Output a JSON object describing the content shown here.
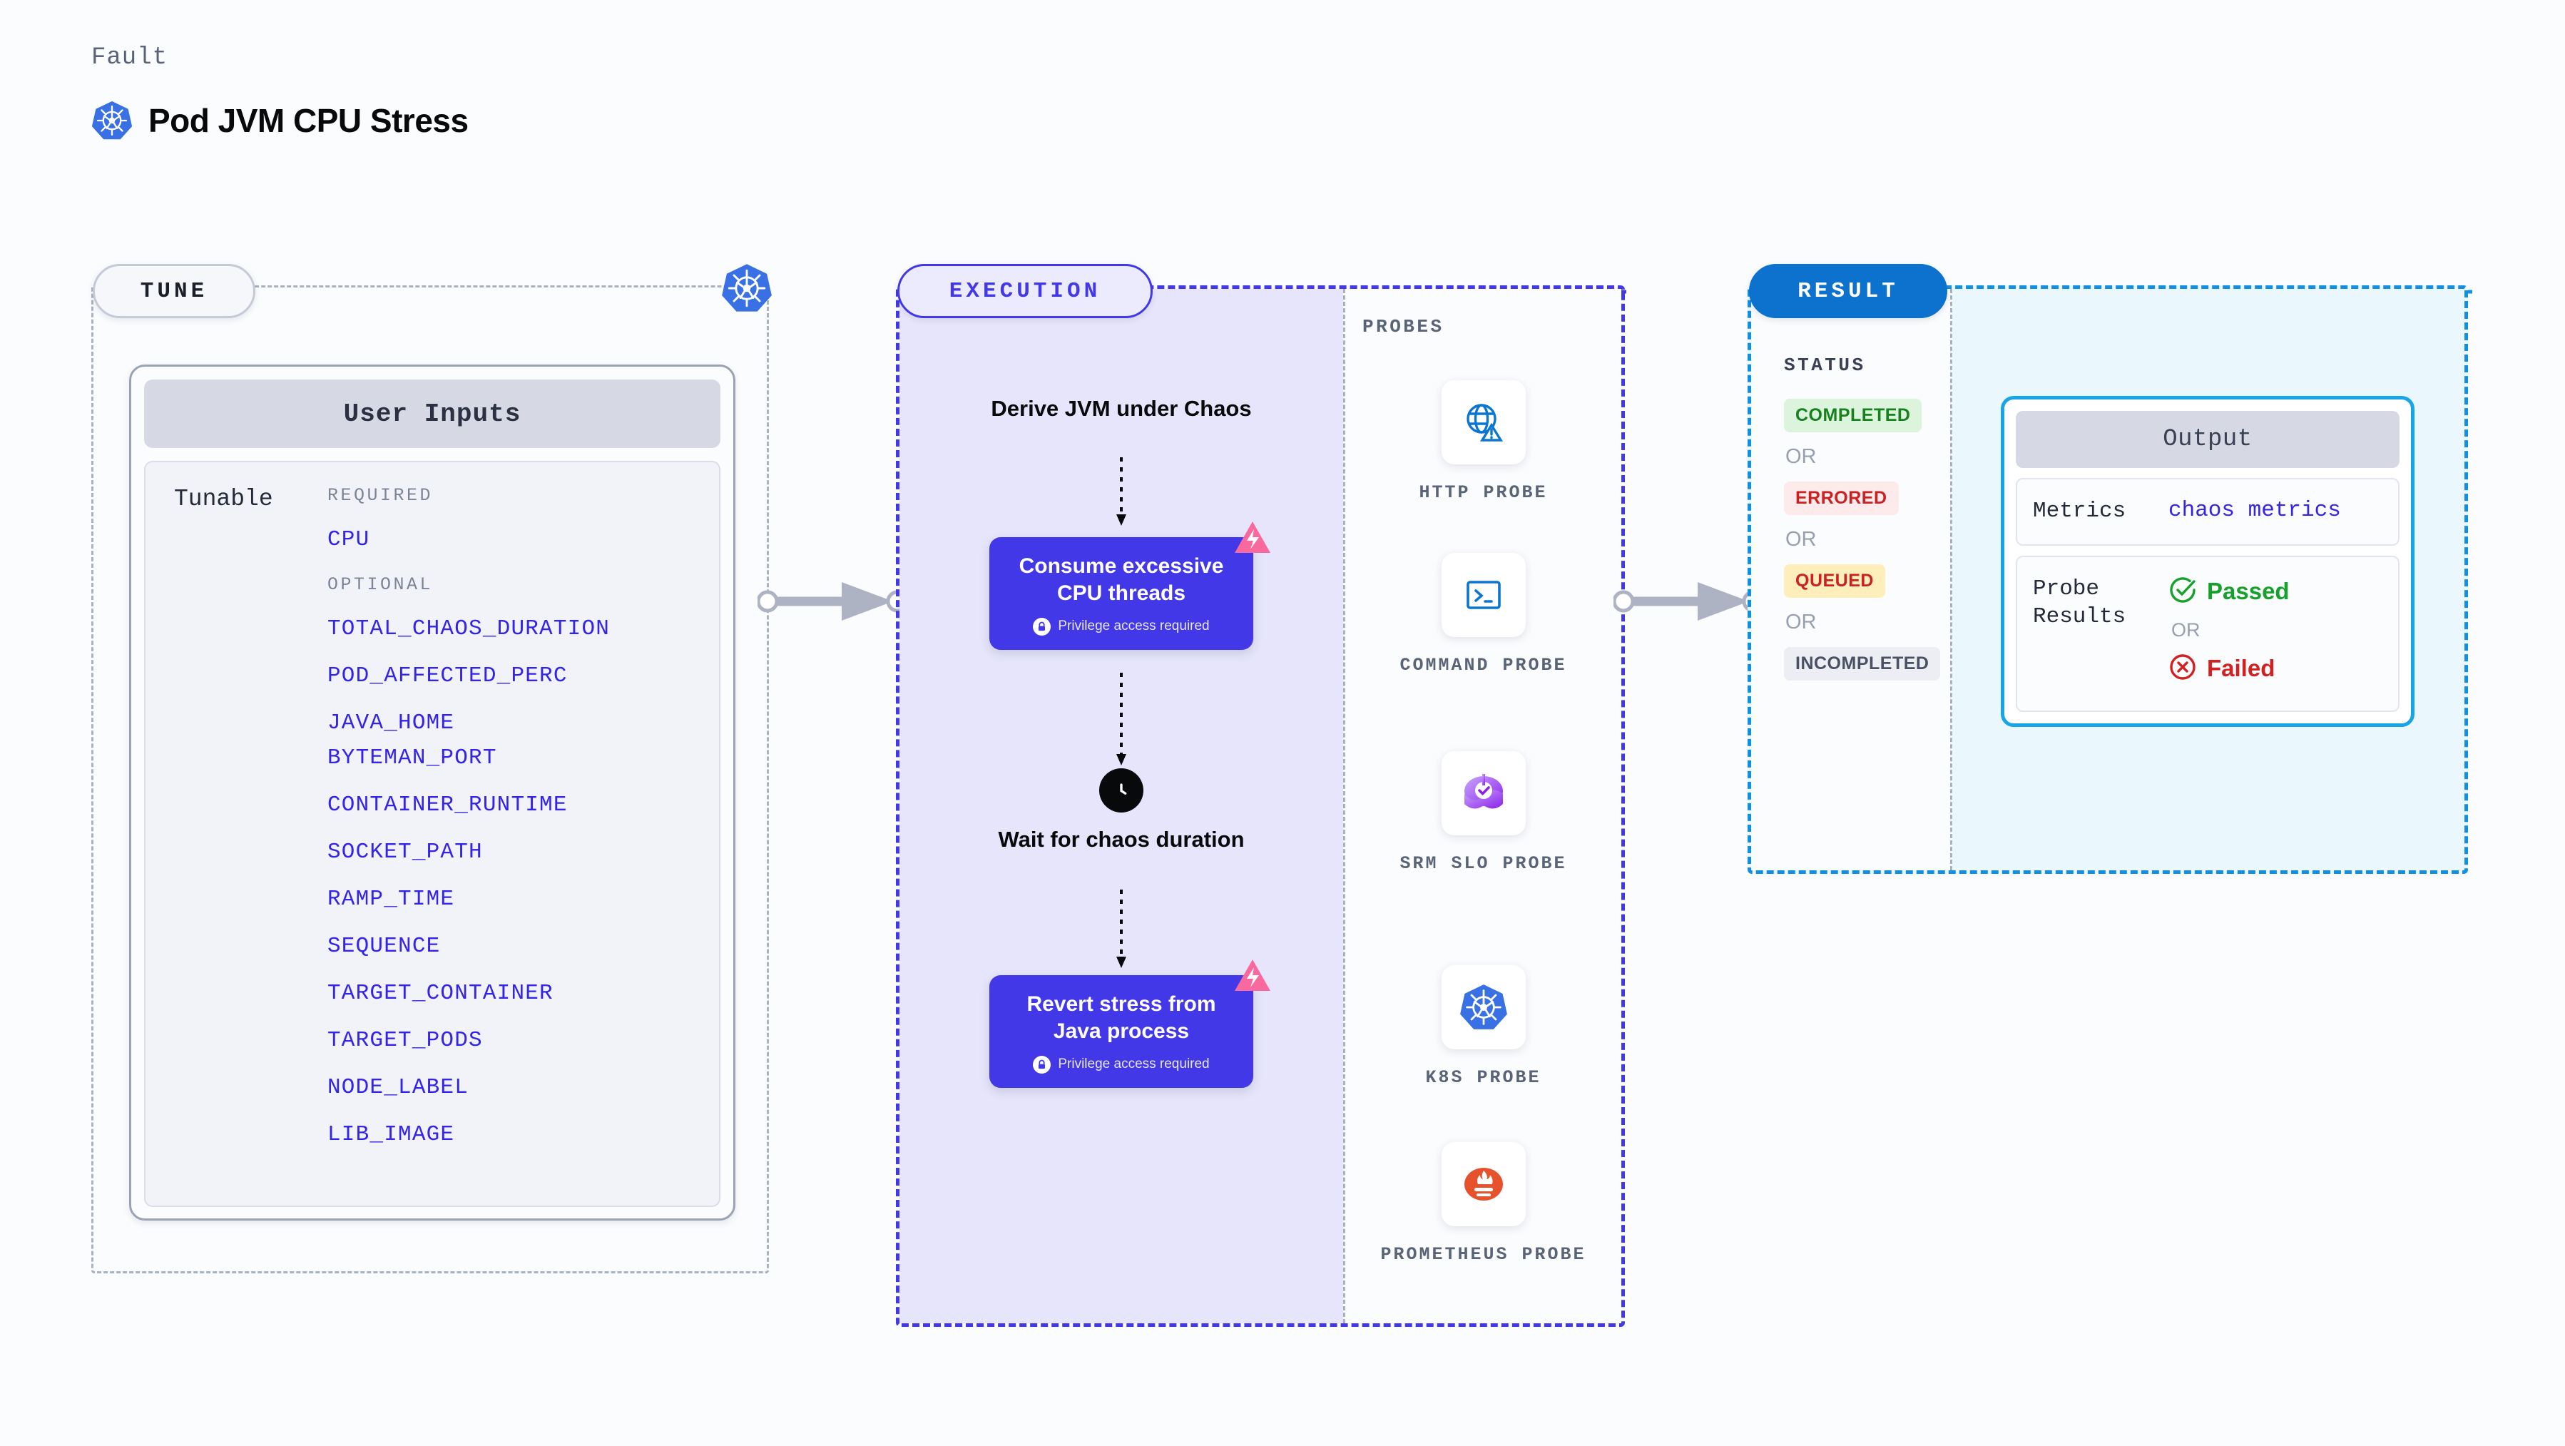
{
  "header": {
    "eyebrow": "Fault",
    "title": "Pod JVM CPU Stress",
    "logo_icon": "kubernetes-icon"
  },
  "stages": {
    "tune": "TUNE",
    "execution": "EXECUTION",
    "result": "RESULT"
  },
  "tune": {
    "card_header": "User Inputs",
    "row_label": "Tunable",
    "required_label": "REQUIRED",
    "optional_label": "OPTIONAL",
    "required_fields": [
      "CPU"
    ],
    "optional_fields": [
      "TOTAL_CHAOS_DURATION",
      "POD_AFFECTED_PERC",
      "JAVA_HOME",
      "BYTEMAN_PORT",
      "CONTAINER_RUNTIME",
      "SOCKET_PATH",
      "RAMP_TIME",
      "SEQUENCE",
      "TARGET_CONTAINER",
      "TARGET_PODS",
      "NODE_LABEL",
      "LIB_IMAGE"
    ],
    "platform_icon": "kubernetes-icon"
  },
  "execution": {
    "step_1_title": "Derive JVM under Chaos",
    "step_2_title": "Consume excessive CPU threads",
    "step_2_privilege": "Privilege access required",
    "step_2_badge_icon": "chaos-fault-icon",
    "wait_icon": "clock-icon",
    "step_3_title": "Wait for chaos duration",
    "step_4_title": "Revert stress from Java process",
    "step_4_privilege": "Privilege access required",
    "step_4_badge_icon": "chaos-fault-icon"
  },
  "probes": {
    "label": "PROBES",
    "items": [
      {
        "name": "HTTP PROBE",
        "icon": "globe-warning-icon"
      },
      {
        "name": "COMMAND PROBE",
        "icon": "terminal-icon"
      },
      {
        "name": "SRM SLO PROBE",
        "icon": "srm-slo-icon"
      },
      {
        "name": "K8S PROBE",
        "icon": "kubernetes-icon"
      },
      {
        "name": "PROMETHEUS PROBE",
        "icon": "prometheus-icon"
      }
    ]
  },
  "result": {
    "status_label": "STATUS",
    "or_label": "OR",
    "statuses": [
      {
        "label": "COMPLETED",
        "bg": "#dcf3dc",
        "color": "#17801f"
      },
      {
        "label": "ERRORED",
        "bg": "#fdeaea",
        "color": "#cc2121"
      },
      {
        "label": "QUEUED",
        "bg": "#fdeebb",
        "color": "#cc2121"
      },
      {
        "label": "INCOMPLETED",
        "bg": "#eceef4",
        "color": "#4a5164"
      }
    ],
    "output": {
      "header": "Output",
      "metrics_label": "Metrics",
      "metrics_value": "chaos metrics",
      "probe_results_label": "Probe Results",
      "passed_label": "Passed",
      "passed_icon": "check-circle-icon",
      "or_label": "OR",
      "failed_label": "Failed",
      "failed_icon": "x-circle-icon"
    }
  },
  "colors": {
    "accent_purple": "#4338e8",
    "accent_blue": "#0d72ce",
    "accent_cyan": "#18a5e8",
    "fault_pink": "#f9699e",
    "k8s_blue": "#3970e4"
  }
}
